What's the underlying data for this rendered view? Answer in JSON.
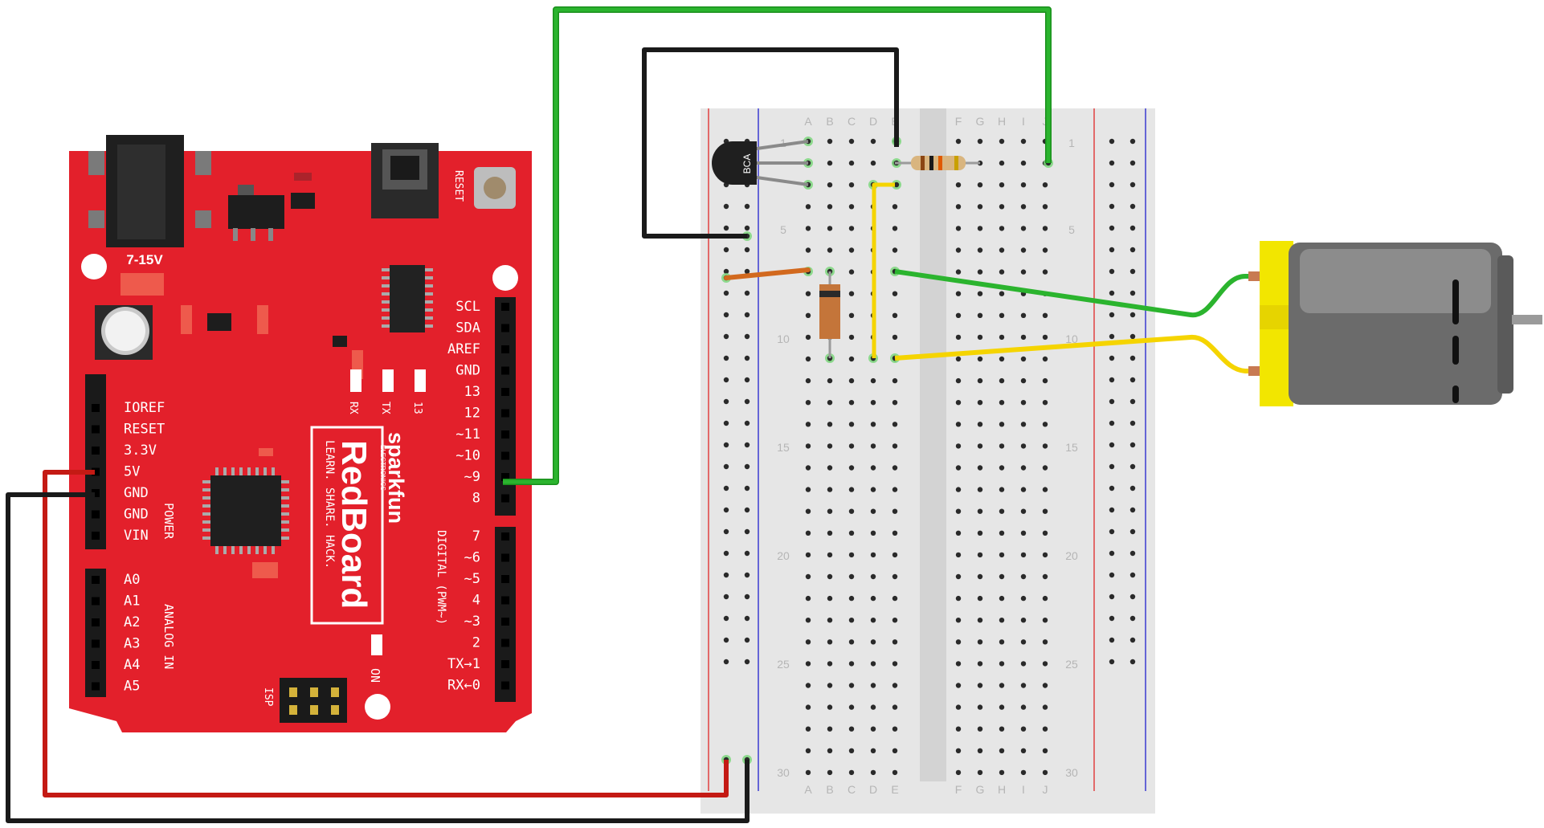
{
  "board": {
    "name_small": "sparkfun",
    "name_sub": "ELECTRONICS",
    "name_big": "RedBoard",
    "slogan": "LEARN. SHARE. HACK.",
    "power_jack_label": "7-15V",
    "reset_label": "RESET",
    "isp_label": "ISP",
    "on_label": "ON",
    "led_labels": [
      "RX",
      "TX",
      "13"
    ],
    "power_header_title": "POWER",
    "power_pins": [
      "IOREF",
      "RESET",
      "3.3V",
      "5V",
      "GND",
      "GND",
      "VIN"
    ],
    "analog_header_title": "ANALOG IN",
    "analog_pins": [
      "A0",
      "A1",
      "A2",
      "A3",
      "A4",
      "A5"
    ],
    "digital_top_pins": [
      "SCL",
      "SDA",
      "AREF",
      "GND",
      "13",
      "12",
      "~11",
      "~10",
      "~9",
      "8"
    ],
    "digital_header_title": "DIGITAL (PWM~)",
    "digital_bottom_pins": [
      "7",
      "~6",
      "~5",
      "4",
      "~3",
      "2",
      "TX→1",
      "RX←0"
    ]
  },
  "breadboard": {
    "columns_left": [
      "A",
      "B",
      "C",
      "D",
      "E"
    ],
    "columns_right": [
      "F",
      "G",
      "H",
      "I",
      "J"
    ],
    "row_numbers": [
      "1",
      "5",
      "10",
      "15",
      "20",
      "25",
      "30"
    ]
  },
  "components": {
    "transistor_label": "BCA",
    "motor": "dc-motor",
    "diode": "diode",
    "resistor": "resistor"
  },
  "colors": {
    "board": "#e3202b",
    "wire_green": "#2bb42e",
    "wire_black": "#1a1a1a",
    "wire_red": "#c41a14",
    "wire_yellow": "#f5d400",
    "wire_orange": "#d2691e",
    "motor_body": "#6b6b6b",
    "motor_cap": "#f2e600"
  }
}
